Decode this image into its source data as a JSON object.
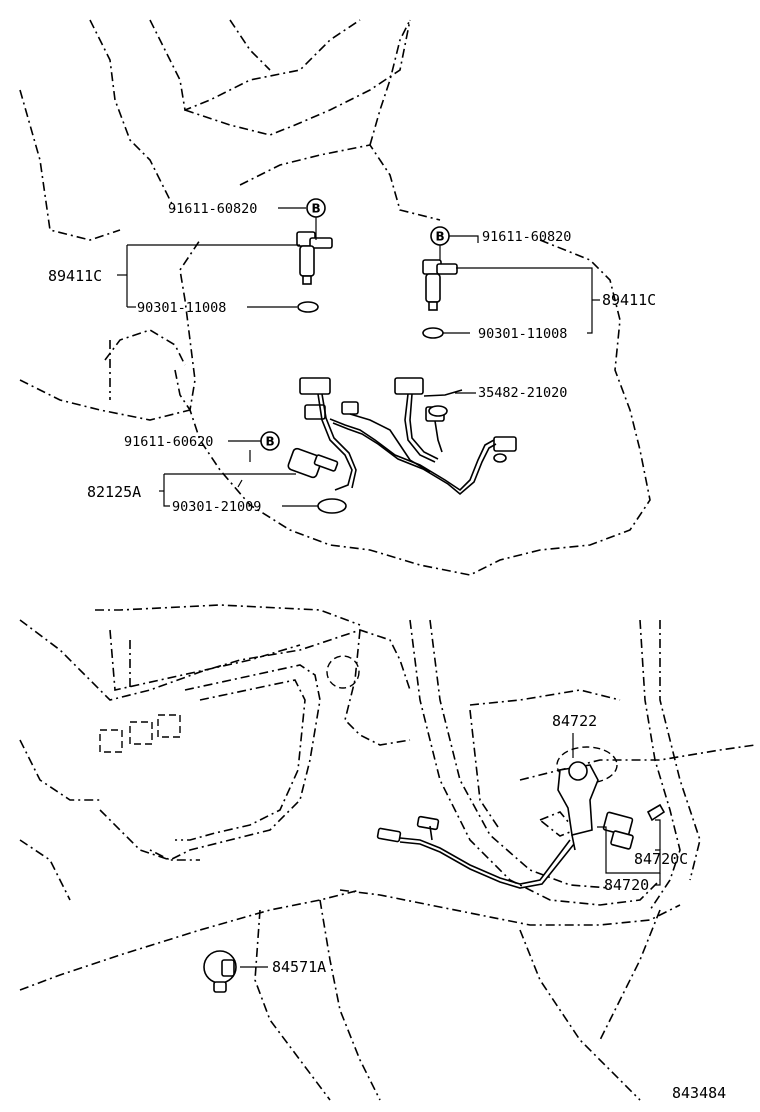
{
  "parts": {
    "bolt_a_number": "91611-60820",
    "bolt_b_number": "91611-60820",
    "bolt_c_number": "91611-60620",
    "washer_a_number": "90301-11008",
    "washer_b_number": "90301-11008",
    "washer_c_number": "90301-21009",
    "sensor_a_number": "89411C",
    "sensor_b_number": "89411C",
    "sensor_c_number": "82125A",
    "harness_number": "35482-21020",
    "switch_top_number": "84722",
    "switch_c_number": "84720C",
    "switch_number": "84720",
    "socket_number": "84571A"
  },
  "markers": {
    "bolt_marker": "B"
  },
  "diagram_id": "843484"
}
